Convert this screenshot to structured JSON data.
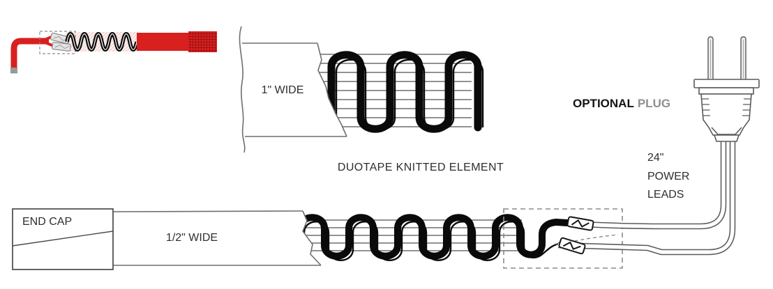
{
  "labels": {
    "tape_1in": "1\" WIDE",
    "element": "DUOTAPE KNITTED ELEMENT",
    "optional": "OPTIONAL",
    "plug": "PLUG",
    "leads": [
      "24\"",
      "POWER",
      "LEADS"
    ],
    "end_cap": "END CAP",
    "tape_half": "1/2\" WIDE"
  },
  "colors": {
    "red": "#d8201f",
    "ink": "#0a0a0a",
    "edge": "#6e6e6e",
    "knit": "#7a7a7a",
    "text": "#2e2e2e",
    "muted": "#8f8f8f"
  }
}
